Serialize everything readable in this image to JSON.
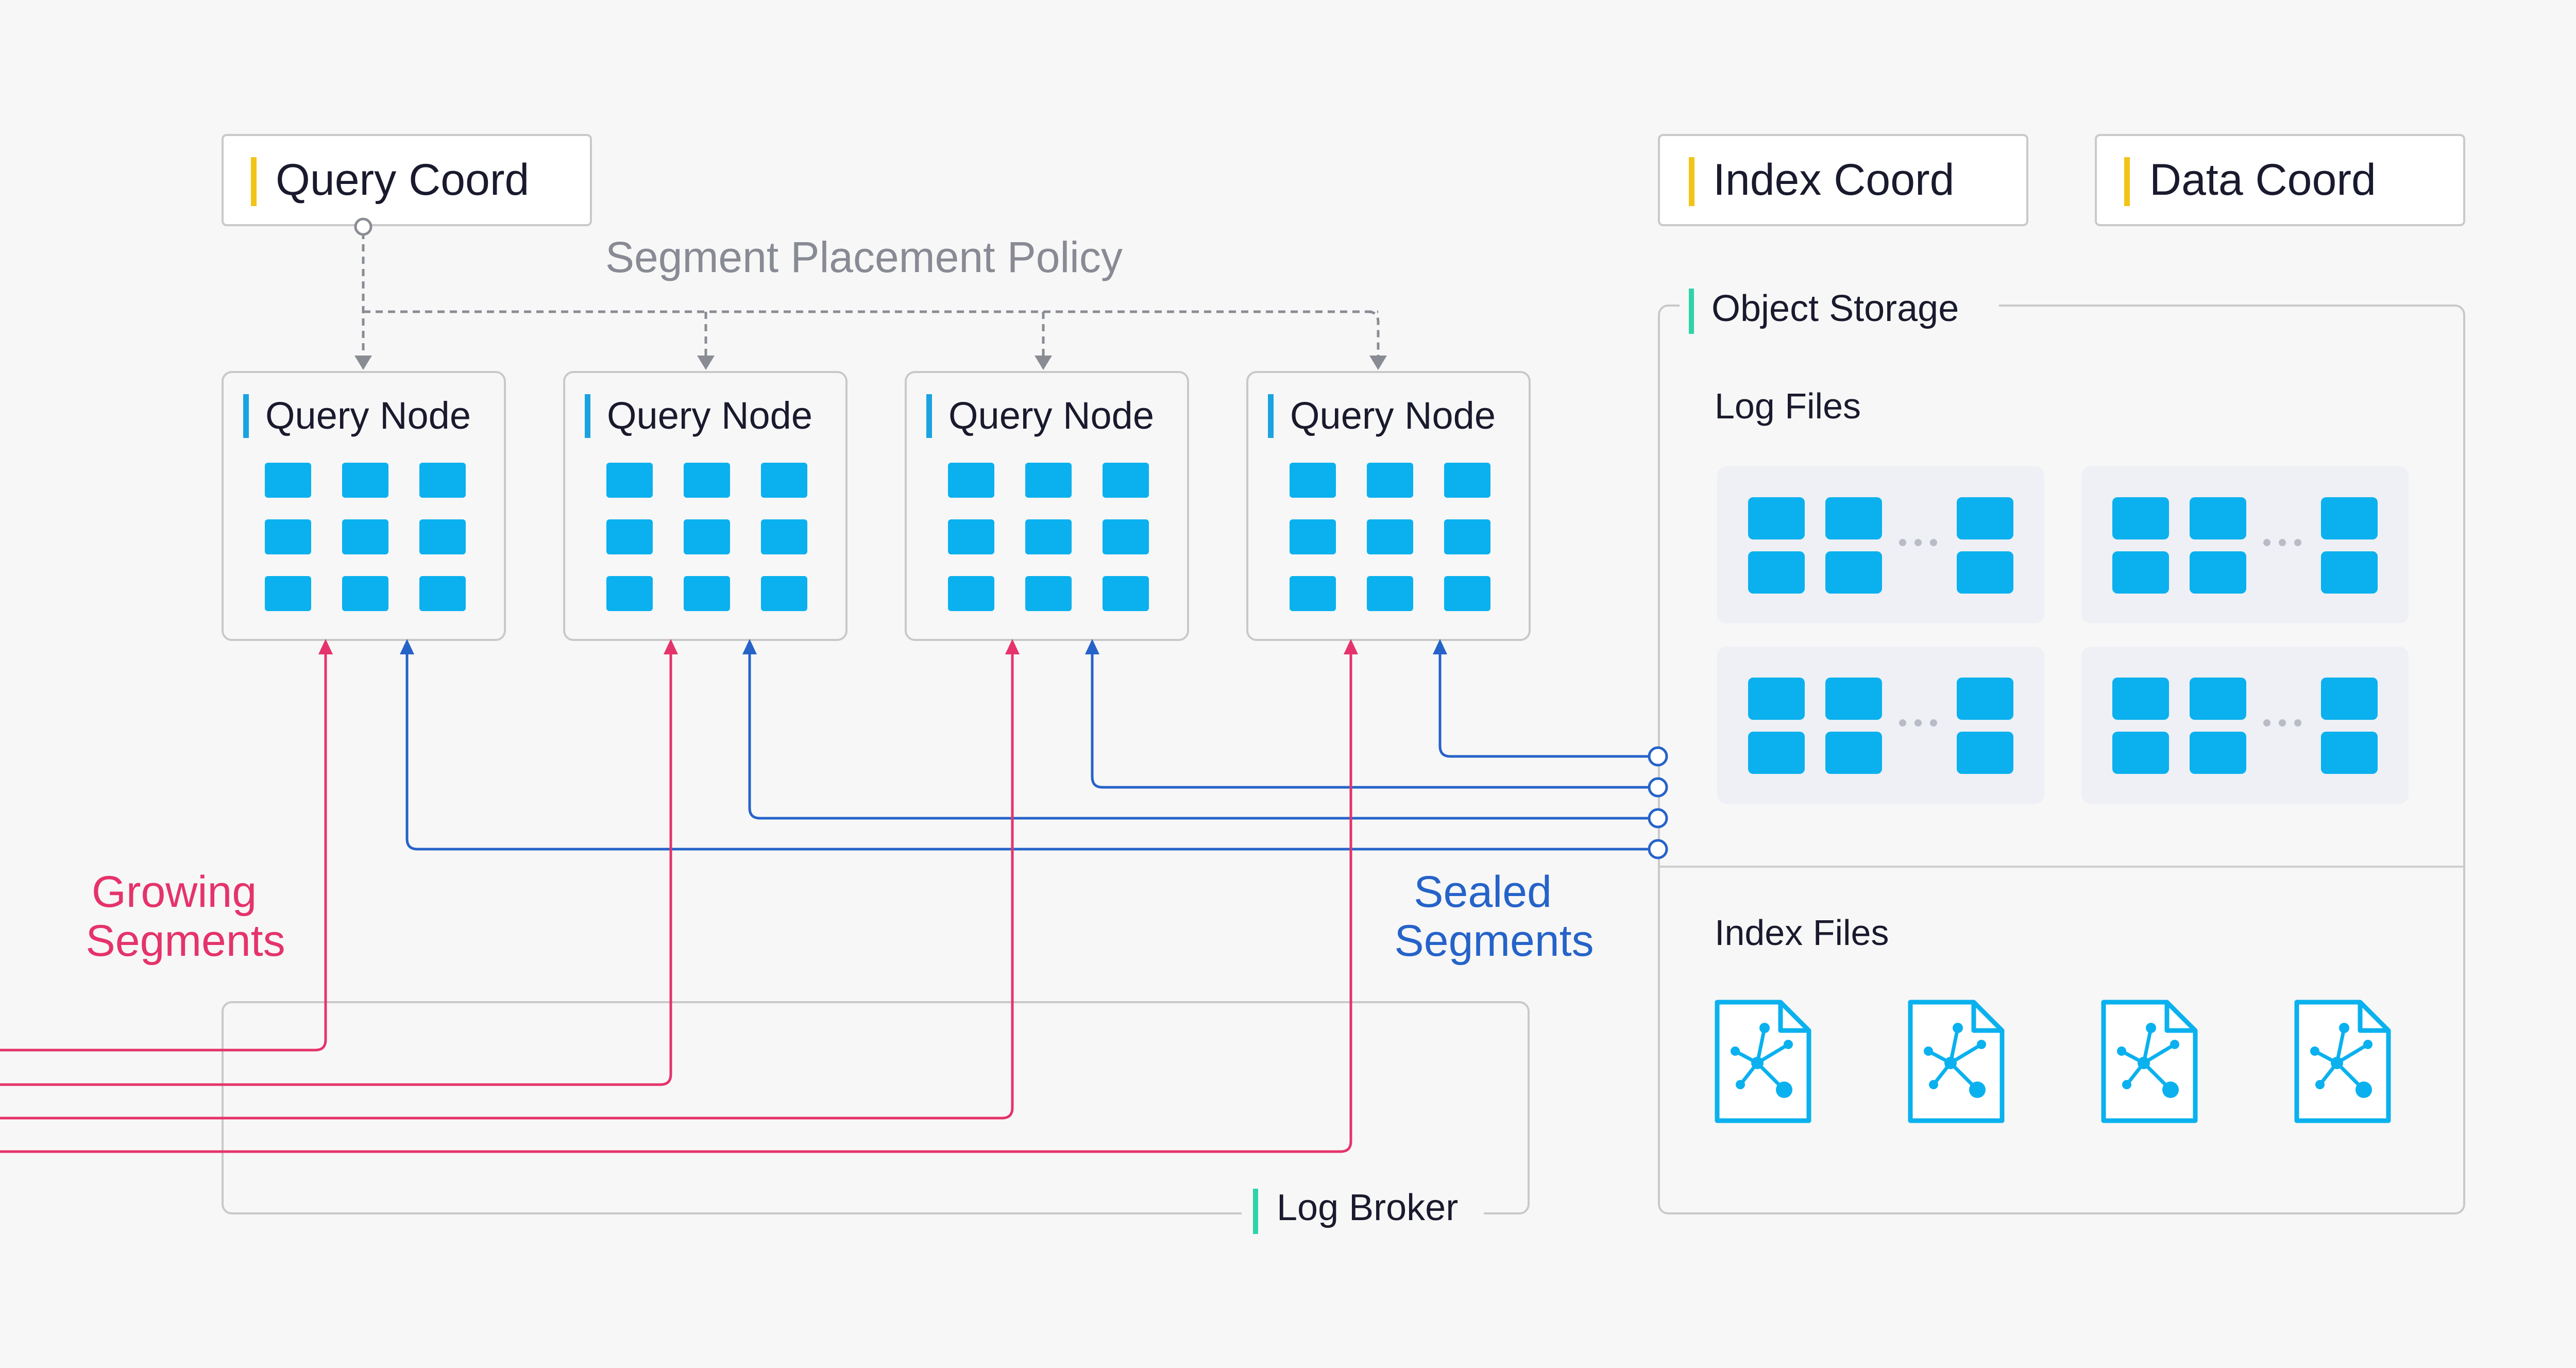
{
  "coords": {
    "query": "Query Coord",
    "index": "Index Coord",
    "data": "Data Coord"
  },
  "policy_label": "Segment Placement Policy",
  "query_node_label": "Query Node",
  "growing_label": [
    "Growing",
    "Segments"
  ],
  "sealed_label": [
    "Sealed",
    "Segments"
  ],
  "log_broker_label": "Log Broker",
  "object_storage": {
    "title": "Object Storage",
    "log_files_label": "Log Files",
    "index_files_label": "Index Files"
  },
  "colors": {
    "coord_accent": "#f2c418",
    "node_accent": "#1aa3e0",
    "storage_accent": "#2fd3a8",
    "segment_block": "#0ab1ee",
    "growing_line": "#e5336b",
    "sealed_line": "#2563c9",
    "label_text": "#1a1a2e",
    "muted_text": "#888a94",
    "dashed_line": "#8a8c94"
  },
  "icons": [
    "log-file-icon",
    "index-file-icon"
  ]
}
